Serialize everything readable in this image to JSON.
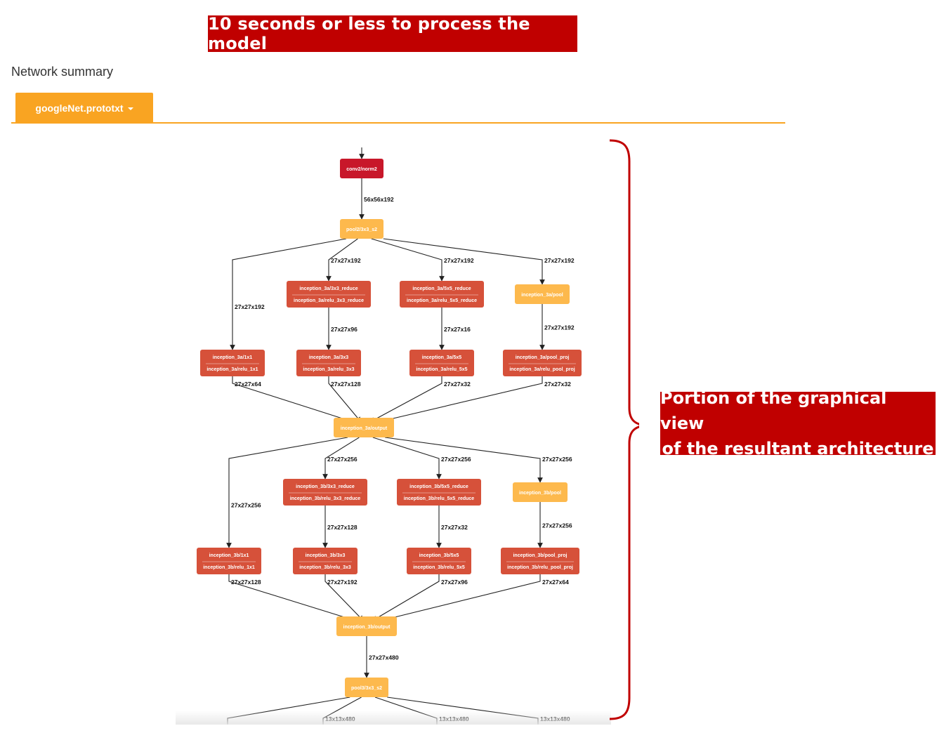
{
  "header": {
    "banner": "10 seconds or less to process the model",
    "section_title": "Network summary",
    "file_tab": "googleNet.prototxt"
  },
  "callout": {
    "line1": "Portion of the graphical view",
    "line2": "of the resultant architecture"
  },
  "colors": {
    "accent_orange": "#f9a422",
    "banner_red": "#c00000",
    "norm_node": "#c8172a",
    "conv_node": "#d6513a",
    "pool_node": "#fdb94d",
    "edge": "#222222"
  },
  "graph": {
    "nodes": [
      {
        "id": "n_norm2",
        "kind": "norm",
        "lines": [
          "conv2/norm2"
        ]
      },
      {
        "id": "n_pool2",
        "kind": "pool",
        "lines": [
          "pool2/3x3_s2"
        ]
      },
      {
        "id": "n_3a_3x3r",
        "kind": "conv",
        "lines": [
          "inception_3a/3x3_reduce",
          "inception_3a/relu_3x3_reduce"
        ]
      },
      {
        "id": "n_3a_5x5r",
        "kind": "conv",
        "lines": [
          "inception_3a/5x5_reduce",
          "inception_3a/relu_5x5_reduce"
        ]
      },
      {
        "id": "n_3a_pool",
        "kind": "pool",
        "lines": [
          "inception_3a/pool"
        ]
      },
      {
        "id": "n_3a_1x1",
        "kind": "conv",
        "lines": [
          "inception_3a/1x1",
          "inception_3a/relu_1x1"
        ]
      },
      {
        "id": "n_3a_3x3",
        "kind": "conv",
        "lines": [
          "inception_3a/3x3",
          "inception_3a/relu_3x3"
        ]
      },
      {
        "id": "n_3a_5x5",
        "kind": "conv",
        "lines": [
          "inception_3a/5x5",
          "inception_3a/relu_5x5"
        ]
      },
      {
        "id": "n_3a_pp",
        "kind": "conv",
        "lines": [
          "inception_3a/pool_proj",
          "inception_3a/relu_pool_proj"
        ]
      },
      {
        "id": "n_3a_out",
        "kind": "pool",
        "lines": [
          "inception_3a/output"
        ]
      },
      {
        "id": "n_3b_3x3r",
        "kind": "conv",
        "lines": [
          "inception_3b/3x3_reduce",
          "inception_3b/relu_3x3_reduce"
        ]
      },
      {
        "id": "n_3b_5x5r",
        "kind": "conv",
        "lines": [
          "inception_3b/5x5_reduce",
          "inception_3b/relu_5x5_reduce"
        ]
      },
      {
        "id": "n_3b_pool",
        "kind": "pool",
        "lines": [
          "inception_3b/pool"
        ]
      },
      {
        "id": "n_3b_1x1",
        "kind": "conv",
        "lines": [
          "inception_3b/1x1",
          "inception_3b/relu_1x1"
        ]
      },
      {
        "id": "n_3b_3x3",
        "kind": "conv",
        "lines": [
          "inception_3b/3x3",
          "inception_3b/relu_3x3"
        ]
      },
      {
        "id": "n_3b_5x5",
        "kind": "conv",
        "lines": [
          "inception_3b/5x5",
          "inception_3b/relu_5x5"
        ]
      },
      {
        "id": "n_3b_pp",
        "kind": "conv",
        "lines": [
          "inception_3b/pool_proj",
          "inception_3b/relu_pool_proj"
        ]
      },
      {
        "id": "n_3b_out",
        "kind": "pool",
        "lines": [
          "inception_3b/output"
        ]
      },
      {
        "id": "n_pool3",
        "kind": "pool",
        "lines": [
          "pool3/3x3_s2"
        ]
      }
    ],
    "edges": [
      {
        "from": "top",
        "to": "n_norm2",
        "label": ""
      },
      {
        "from": "n_norm2",
        "to": "n_pool2",
        "label": "56x56x192"
      },
      {
        "from": "n_pool2",
        "to": "n_3a_1x1",
        "label": "27x27x192"
      },
      {
        "from": "n_pool2",
        "to": "n_3a_3x3r",
        "label": "27x27x192"
      },
      {
        "from": "n_pool2",
        "to": "n_3a_5x5r",
        "label": "27x27x192"
      },
      {
        "from": "n_pool2",
        "to": "n_3a_pool",
        "label": "27x27x192"
      },
      {
        "from": "n_3a_3x3r",
        "to": "n_3a_3x3",
        "label": "27x27x96"
      },
      {
        "from": "n_3a_5x5r",
        "to": "n_3a_5x5",
        "label": "27x27x16"
      },
      {
        "from": "n_3a_pool",
        "to": "n_3a_pp",
        "label": "27x27x192"
      },
      {
        "from": "n_3a_1x1",
        "to": "n_3a_out",
        "label": "27x27x64"
      },
      {
        "from": "n_3a_3x3",
        "to": "n_3a_out",
        "label": "27x27x128"
      },
      {
        "from": "n_3a_5x5",
        "to": "n_3a_out",
        "label": "27x27x32"
      },
      {
        "from": "n_3a_pp",
        "to": "n_3a_out",
        "label": "27x27x32"
      },
      {
        "from": "n_3a_out",
        "to": "n_3b_1x1",
        "label": "27x27x256"
      },
      {
        "from": "n_3a_out",
        "to": "n_3b_3x3r",
        "label": "27x27x256"
      },
      {
        "from": "n_3a_out",
        "to": "n_3b_5x5r",
        "label": "27x27x256"
      },
      {
        "from": "n_3a_out",
        "to": "n_3b_pool",
        "label": "27x27x256"
      },
      {
        "from": "n_3b_3x3r",
        "to": "n_3b_3x3",
        "label": "27x27x128"
      },
      {
        "from": "n_3b_5x5r",
        "to": "n_3b_5x5",
        "label": "27x27x32"
      },
      {
        "from": "n_3b_pool",
        "to": "n_3b_pp",
        "label": "27x27x256"
      },
      {
        "from": "n_3b_1x1",
        "to": "n_3b_out",
        "label": "27x27x128"
      },
      {
        "from": "n_3b_3x3",
        "to": "n_3b_out",
        "label": "27x27x192"
      },
      {
        "from": "n_3b_5x5",
        "to": "n_3b_out",
        "label": "27x27x96"
      },
      {
        "from": "n_3b_pp",
        "to": "n_3b_out",
        "label": "27x27x64"
      },
      {
        "from": "n_3b_out",
        "to": "n_pool3",
        "label": "27x27x480"
      },
      {
        "from": "n_pool3",
        "to": "bottom_1",
        "label": ""
      },
      {
        "from": "n_pool3",
        "to": "bottom_2",
        "label": "13x13x480"
      },
      {
        "from": "n_pool3",
        "to": "bottom_3",
        "label": "13x13x480"
      },
      {
        "from": "n_pool3",
        "to": "bottom_4",
        "label": "13x13x480"
      }
    ]
  }
}
